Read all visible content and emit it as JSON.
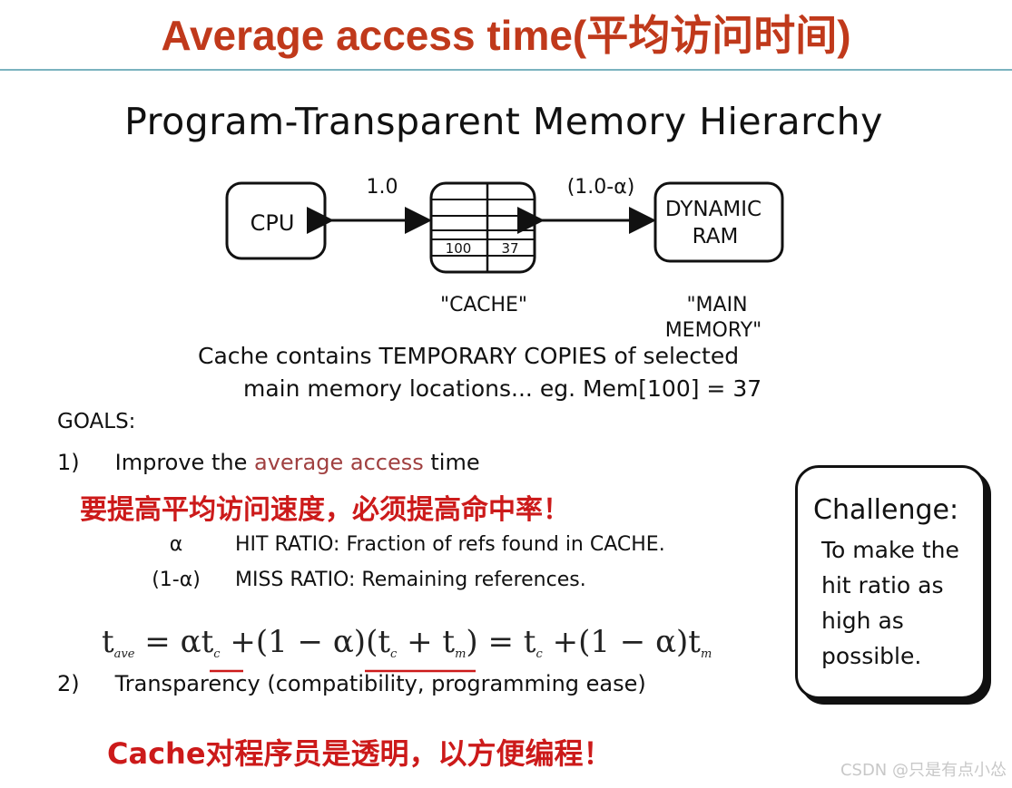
{
  "slide": {
    "title": "Average access time(平均访问时间)",
    "watermark": "CSDN @只是有点小怂"
  },
  "diagram": {
    "title": "Program-Transparent Memory Hierarchy",
    "cpu_label": "CPU",
    "link_cpu_cache": "1.0",
    "link_cache_ram": "(1.0-α)",
    "ram_label_line1": "DYNAMIC",
    "ram_label_line2": "RAM",
    "cache_cell_addr": "100",
    "cache_cell_value": "37",
    "cache_caption": "\"CACHE\"",
    "main_caption_line1": "\"MAIN",
    "main_caption_line2": "MEMORY\"",
    "note_line1": "Cache contains TEMPORARY COPIES of selected",
    "note_line2": "main memory locations...  eg. Mem[100] = 37"
  },
  "goals": {
    "label": "GOALS:",
    "goal1_num": "1)",
    "goal1_pre": "Improve the",
    "goal1_highlight": "average access",
    "goal1_post": "time",
    "goal1_cn": "要提高平均访问速度，必须提高命中率！",
    "hit_symbol": "α",
    "hit_text": "HIT RATIO:  Fraction of refs found in CACHE.",
    "miss_symbol": "(1-α)",
    "miss_text": "MISS RATIO:  Remaining references.",
    "goal2_num": "2)",
    "goal2_text": "Transparency (compatibility, programming ease)",
    "goal2_cn": "Cache对程序员是透明，以方便编程！"
  },
  "formula": {
    "t": "t",
    "sub_ave": "ave",
    "sub_c": "c",
    "sub_m": "m",
    "eq": "=",
    "alpha": "α",
    "plus": "+",
    "one_minus_alpha": "(1 − α)",
    "lparen": "(",
    "rparen": ")"
  },
  "challenge": {
    "title": "Challenge:",
    "line1": "To make the",
    "line2": "hit ratio as",
    "line3": "high as",
    "line4": "possible."
  }
}
